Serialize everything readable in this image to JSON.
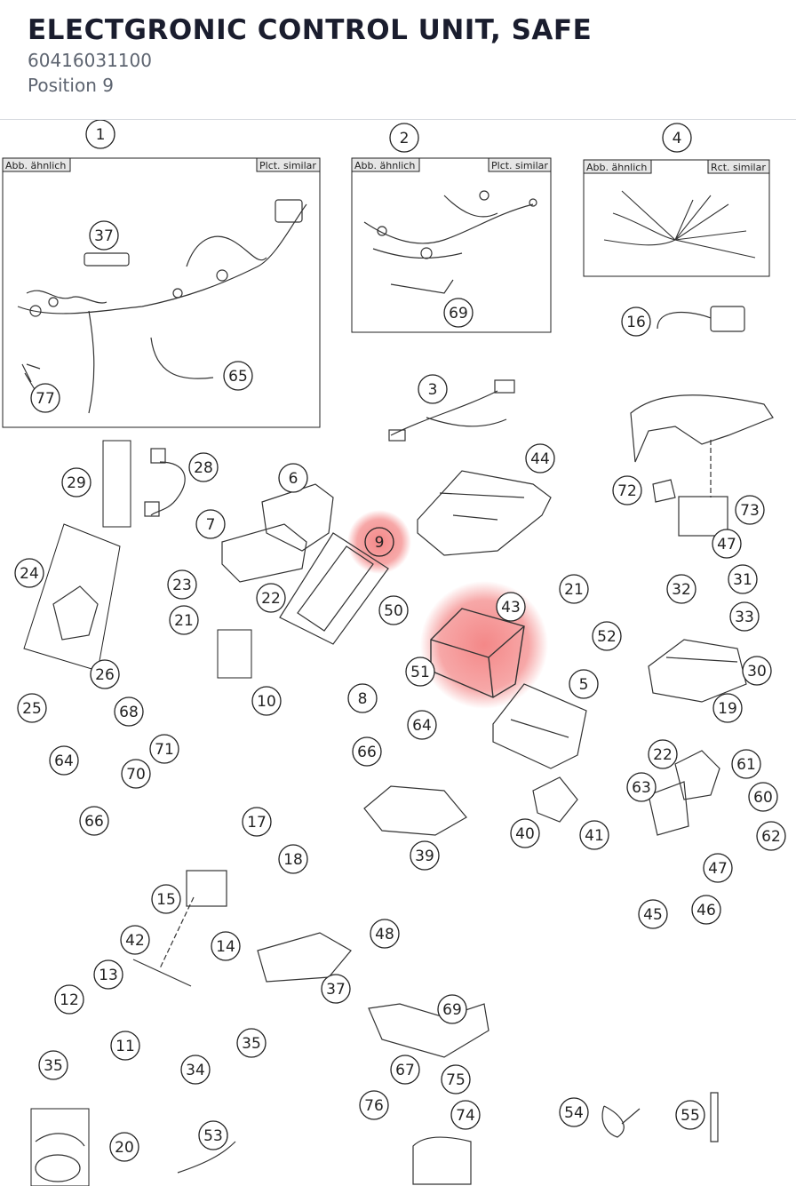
{
  "header": {
    "title": "ELECTGRONIC CONTROL UNIT, SAFE",
    "part_number": "60416031100",
    "position": "Position 9"
  },
  "frames": {
    "f1": {
      "label_left": "Abb. ähnlich",
      "label_right": "Plct. similar"
    },
    "f2": {
      "label_left": "Abb. ähnlich",
      "label_right": "Plct. similar"
    },
    "f4": {
      "label_left": "Abb. ähnlich",
      "label_right": "Rct. similar"
    }
  },
  "callouts": [
    "1",
    "37",
    "77",
    "65",
    "2",
    "69",
    "4",
    "16",
    "3",
    "44",
    "72",
    "73",
    "47",
    "29",
    "28",
    "24",
    "26",
    "25",
    "6",
    "7",
    "9",
    "23",
    "22",
    "21",
    "10",
    "50",
    "8",
    "51",
    "43",
    "5",
    "21",
    "52",
    "32",
    "31",
    "33",
    "30",
    "19",
    "68",
    "64",
    "71",
    "70",
    "66",
    "64",
    "66",
    "39",
    "22",
    "61",
    "63",
    "60",
    "62",
    "40",
    "41",
    "17",
    "18",
    "15",
    "47",
    "45",
    "46",
    "42",
    "14",
    "48",
    "13",
    "37",
    "12",
    "11",
    "69",
    "35",
    "34",
    "35",
    "67",
    "75",
    "76",
    "74",
    "54",
    "55",
    "20",
    "53"
  ],
  "highlight": {
    "selected_callout": "9",
    "color": "#f06060"
  }
}
